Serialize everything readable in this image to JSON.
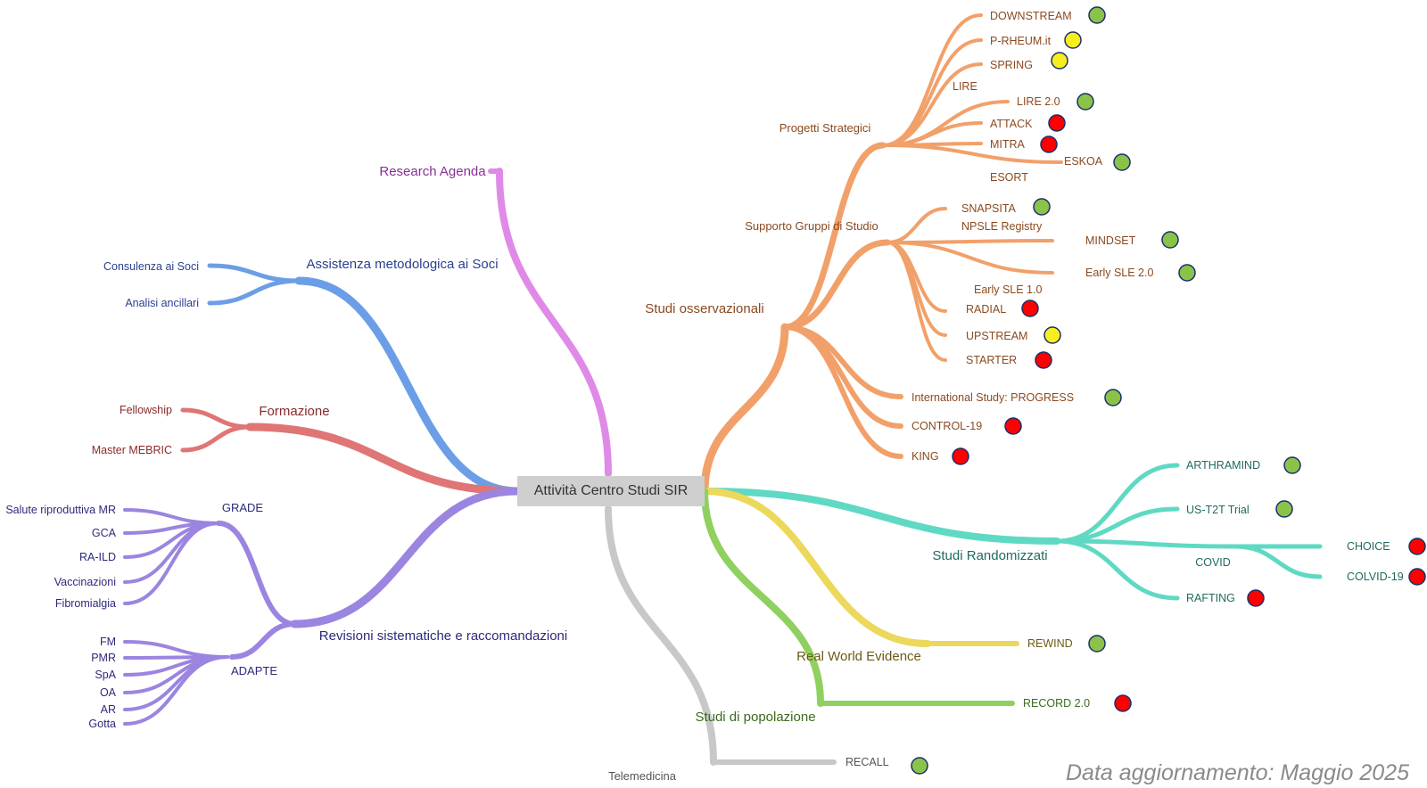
{
  "center": "Attività Centro Studi SIR",
  "footer": "Data aggiornamento: Maggio 2025",
  "colors": {
    "purple_pink": "#e08ae8",
    "blue": "#6b9ee6",
    "red": "#e07575",
    "violet": "#9b85e0",
    "orange": "#f2a06a",
    "teal": "#5fd9c3",
    "yellow": "#ecd85b",
    "green": "#8fd060",
    "gray": "#c8c8c8",
    "status_green": "#8bc34a",
    "status_yellow": "#f6ef1d",
    "status_red": "#ff0000"
  },
  "labels": {
    "research_agenda": "Research Agenda",
    "assistenza": "Assistenza metodologica ai Soci",
    "consulenza": "Consulenza ai Soci",
    "analisi": "Analisi ancillari",
    "formazione": "Formazione",
    "fellowship": "Fellowship",
    "master": "Master MEBRIC",
    "revisioni": "Revisioni sistematiche e raccomandazioni",
    "grade": "GRADE",
    "salute": "Salute riproduttiva MR",
    "gca": "GCA",
    "raild": "RA-ILD",
    "vaccinazioni": "Vaccinazioni",
    "fibromialgia": "Fibromialgia",
    "adapte": "ADAPTE",
    "fm": "FM",
    "pmr": "PMR",
    "spa": "SpA",
    "oa": "OA",
    "ar": "AR",
    "gotta": "Gotta",
    "telemedicina": "Telemedicina",
    "recall": "RECALL",
    "studi_oss": "Studi osservazionali",
    "progetti": "Progetti Strategici",
    "downstream": "DOWNSTREAM",
    "prheum": "P-RHEUM.it",
    "spring": "SPRING",
    "lire": "LIRE",
    "lire2": "LIRE 2.0",
    "attack": "ATTACK",
    "mitra": "MITRA",
    "eskoa": "ESKOA",
    "esort": "ESORT",
    "supporto": "Supporto Gruppi di Studio",
    "snapsita": "SNAPSITA",
    "npsle": "NPSLE Registry",
    "mindset": "MINDSET",
    "earlysle2": "Early SLE 2.0",
    "earlysle1": "Early SLE 1.0",
    "radial": "RADIAL",
    "upstream": "UPSTREAM",
    "starter": "STARTER",
    "progress": "International Study: PROGRESS",
    "control19": "CONTROL-19",
    "king": "KING",
    "randomizzati": "Studi Randomizzati",
    "arthramind": "ARTHRAMIND",
    "ust2t": "US-T2T Trial",
    "covid": "COVID",
    "choice": "CHOICE",
    "colvid": "COLVID-19",
    "rafting": "RAFTING",
    "rwe": "Real World Evidence",
    "rewind": "REWIND",
    "popolazione": "Studi di popolazione",
    "record": "RECORD 2.0"
  },
  "status": {
    "downstream": "green",
    "prheum": "yellow",
    "spring": "yellow",
    "lire2": "green",
    "attack": "red",
    "mitra": "red",
    "eskoa": "green",
    "snapsita": "green",
    "mindset": "green",
    "earlysle2": "green",
    "radial": "red",
    "upstream": "yellow",
    "starter": "red",
    "progress": "green",
    "control19": "red",
    "king": "red",
    "arthramind": "green",
    "ust2t": "green",
    "choice": "red",
    "colvid": "red",
    "rafting": "red",
    "rewind": "green",
    "record": "red",
    "recall": "green"
  }
}
